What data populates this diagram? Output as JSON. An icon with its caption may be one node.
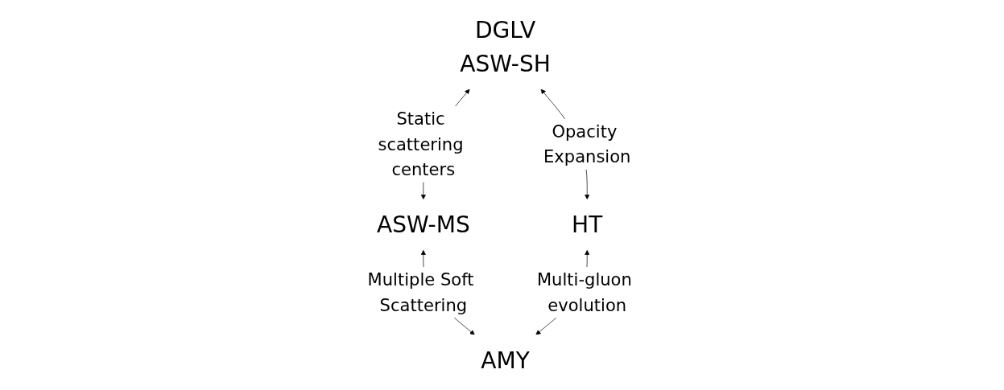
{
  "diagram": {
    "nodes": [
      {
        "text": [
          "DGLV",
          "ASW-SH"
        ]
      },
      {
        "text": [
          "ASW-MS"
        ]
      },
      {
        "text": [
          "HT"
        ]
      },
      {
        "text": [
          "AMY"
        ]
      }
    ],
    "edges": [
      {
        "from": 0,
        "to": 1,
        "arrow": "both",
        "label": "Static scattering centers"
      },
      {
        "from": 0,
        "to": 2,
        "arrow": "both",
        "label": "Opacity Expansion"
      },
      {
        "from": 1,
        "to": 3,
        "arrow": "both",
        "label": "Multiple Soft Scattering"
      },
      {
        "from": 2,
        "to": 3,
        "arrow": "both",
        "label": "Multi-gluon evolution"
      }
    ]
  }
}
